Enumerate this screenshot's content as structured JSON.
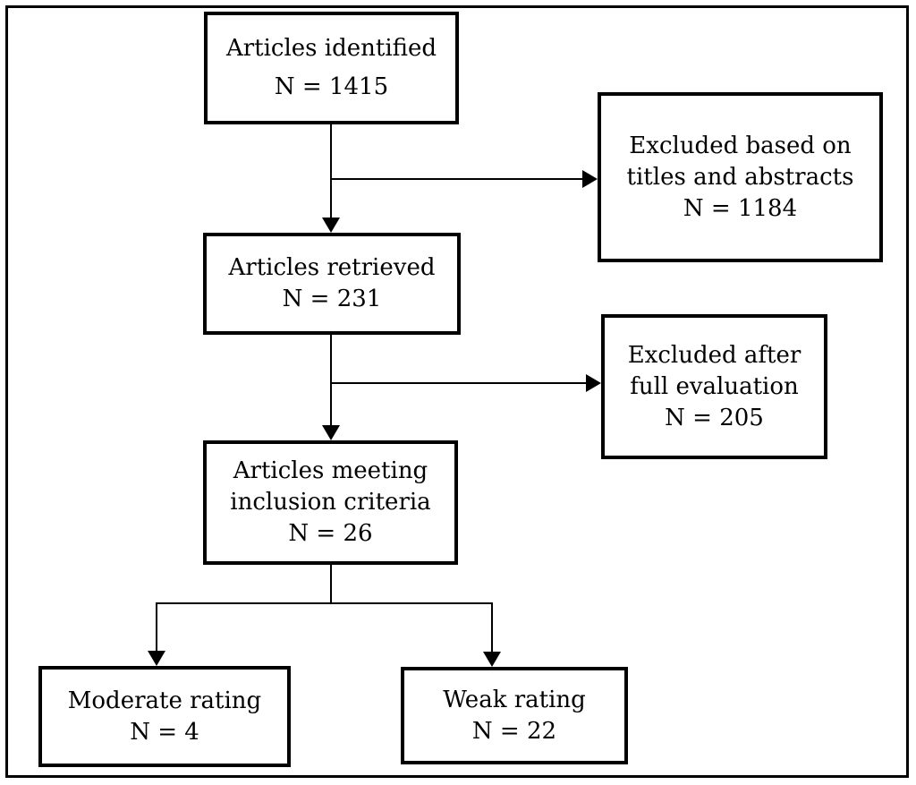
{
  "colors": {
    "line": "#000000",
    "background": "#ffffff",
    "text": "#000000"
  },
  "boxes": {
    "identified": {
      "lines": [
        "Articles identified",
        "N = 1415"
      ]
    },
    "excluded_titles": {
      "lines": [
        "Excluded based on",
        "titles and abstracts",
        "N = 1184"
      ]
    },
    "retrieved": {
      "lines": [
        "Articles retrieved",
        "N = 231"
      ]
    },
    "excluded_full": {
      "lines": [
        "Excluded after",
        "full evaluation",
        "N = 205"
      ]
    },
    "inclusion": {
      "lines": [
        "Articles meeting",
        "inclusion criteria",
        "N = 26"
      ]
    },
    "moderate": {
      "lines": [
        "Moderate rating",
        "N = 4"
      ]
    },
    "weak": {
      "lines": [
        "Weak rating",
        "N = 22"
      ]
    }
  },
  "edges": [
    {
      "from": "identified",
      "to": "retrieved"
    },
    {
      "from": "identified",
      "to": "excluded_titles"
    },
    {
      "from": "retrieved",
      "to": "inclusion"
    },
    {
      "from": "retrieved",
      "to": "excluded_full"
    },
    {
      "from": "inclusion",
      "to": "moderate"
    },
    {
      "from": "inclusion",
      "to": "weak"
    }
  ]
}
